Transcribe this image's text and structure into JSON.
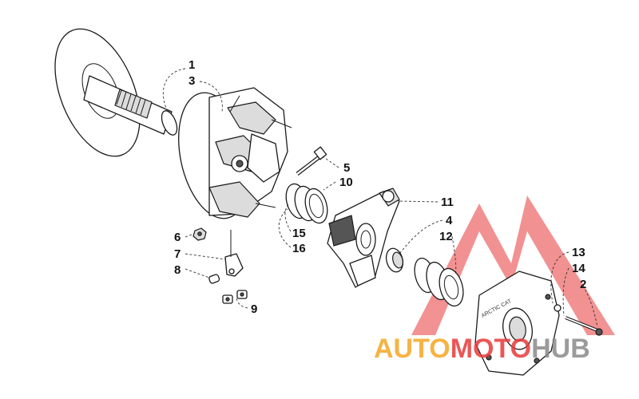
{
  "diagram": {
    "callouts": [
      {
        "id": "c1",
        "label": "1"
      },
      {
        "id": "c3",
        "label": "3"
      },
      {
        "id": "c5",
        "label": "5"
      },
      {
        "id": "c10",
        "label": "10"
      },
      {
        "id": "c11",
        "label": "11"
      },
      {
        "id": "c4",
        "label": "4"
      },
      {
        "id": "c12",
        "label": "12"
      },
      {
        "id": "c15",
        "label": "15"
      },
      {
        "id": "c16",
        "label": "16"
      },
      {
        "id": "c6",
        "label": "6"
      },
      {
        "id": "c7",
        "label": "7"
      },
      {
        "id": "c8",
        "label": "8"
      },
      {
        "id": "c9",
        "label": "9"
      },
      {
        "id": "c13",
        "label": "13"
      },
      {
        "id": "c14",
        "label": "14"
      },
      {
        "id": "c2",
        "label": "2"
      }
    ],
    "cover_stamp": "ARCTIC CAT"
  },
  "watermark": {
    "word_part1": "AUTO",
    "word_part2": "MOTO",
    "word_part3": "HUB",
    "color_orange": "#f5a623",
    "color_red": "#e8393a",
    "color_gray": "#8a8a8a"
  }
}
